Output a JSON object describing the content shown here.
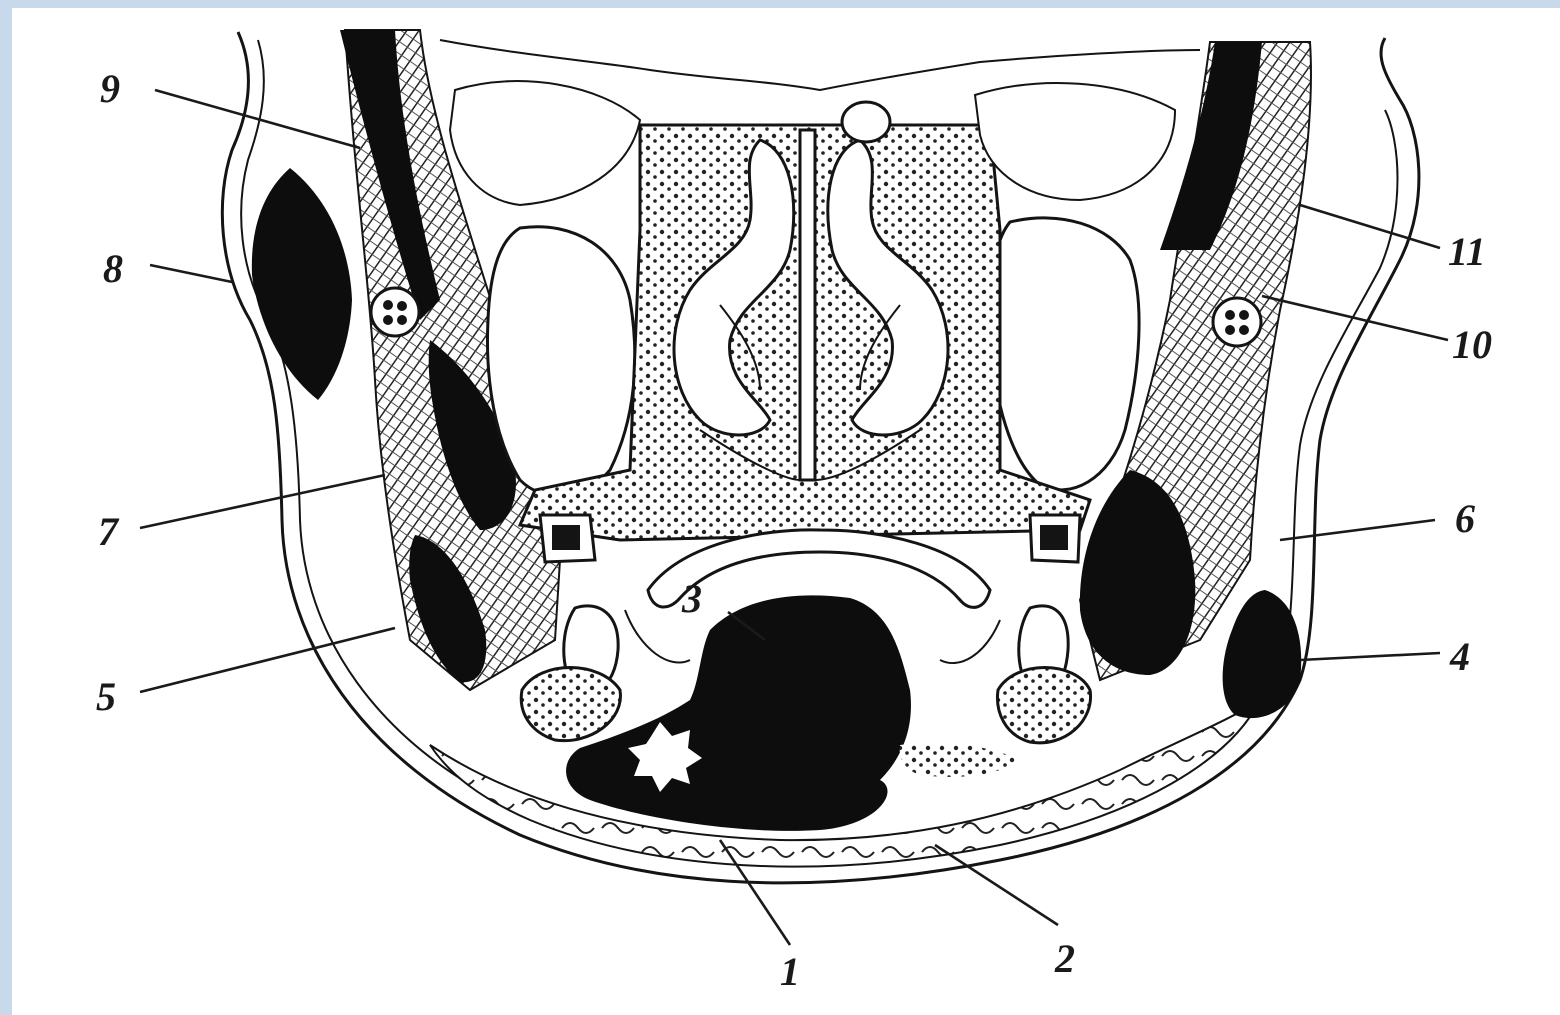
{
  "figure": {
    "labels": [
      {
        "id": "1",
        "text": "1"
      },
      {
        "id": "2",
        "text": "2"
      },
      {
        "id": "3",
        "text": "3"
      },
      {
        "id": "4",
        "text": "4"
      },
      {
        "id": "5",
        "text": "5"
      },
      {
        "id": "6",
        "text": "6"
      },
      {
        "id": "7",
        "text": "7"
      },
      {
        "id": "8",
        "text": "8"
      },
      {
        "id": "9",
        "text": "9"
      },
      {
        "id": "10",
        "text": "10"
      },
      {
        "id": "11",
        "text": "11"
      }
    ]
  },
  "colors": {
    "ink": "#141414",
    "paper": "#ffffff",
    "border": "#c9d9ec"
  }
}
